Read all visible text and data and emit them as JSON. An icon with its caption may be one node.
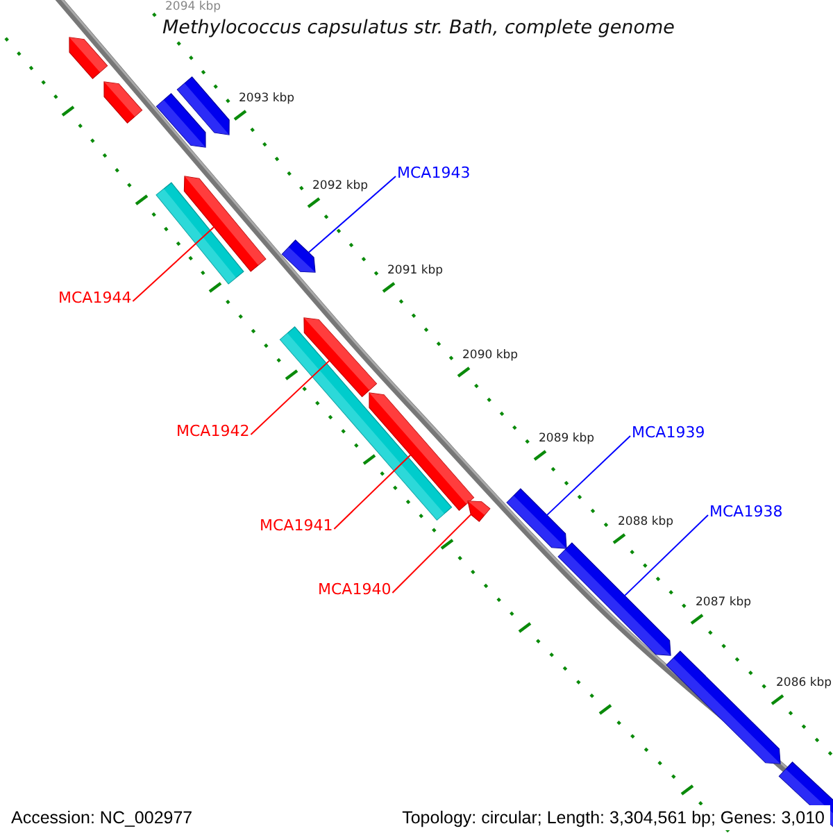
{
  "diagram": {
    "title": "Methylococcus capsulatus str. Bath, complete genome",
    "nodes": [
      {
        "text": [
          "MCA1943"
        ]
      },
      {
        "text": [
          "MCA1944"
        ]
      },
      {
        "text": [
          "MCA1942"
        ]
      },
      {
        "text": [
          "MCA1941"
        ]
      },
      {
        "text": [
          "MCA1940"
        ]
      },
      {
        "text": [
          "MCA1939"
        ]
      },
      {
        "text": [
          "MCA1938"
        ]
      },
      {
        "text": [],
        "shape": "bar"
      },
      {
        "text": [],
        "shape": "bar"
      },
      {
        "text": [],
        "shape": "bar"
      },
      {
        "text": [],
        "shape": "bar"
      },
      {
        "text": [],
        "shape": "bar"
      },
      {
        "text": [],
        "shape": "bar"
      },
      {
        "text": [],
        "shape": "bar"
      },
      {
        "text": [],
        "shape": "bar"
      },
      {
        "text": [],
        "shape": "bar"
      },
      {
        "text": [],
        "shape": "bar"
      },
      {
        "text": [],
        "shape": "bar"
      },
      {
        "text": [],
        "shape": "bar"
      },
      {
        "text": [],
        "shape": "bar"
      },
      {
        "text": [],
        "shape": "bar"
      },
      {
        "text": [],
        "shape": "bar"
      }
    ],
    "edges": [
      {
        "from": 0,
        "to": 13,
        "arrow": "none",
        "color": "#0000ff"
      },
      {
        "from": 1,
        "to": 11,
        "arrow": "none"
      },
      {
        "from": 2,
        "to": 14,
        "arrow": "none"
      },
      {
        "from": 3,
        "to": 16,
        "arrow": "none"
      },
      {
        "from": 4,
        "to": 18,
        "arrow": "none"
      },
      {
        "from": 5,
        "to": 17,
        "arrow": "none",
        "color": "#0000ff"
      },
      {
        "from": 6,
        "to": 19,
        "arrow": "none",
        "color": "#0000ff"
      }
    ],
    "labels": [
      "2094 kbp",
      "2093 kbp",
      "2092 kbp",
      "2091 kbp",
      "2090 kbp",
      "2089 kbp",
      "2088 kbp",
      "2087 kbp",
      "2086 kbp",
      "Accession: NC_002977",
      "Topology: circular; Length: 3,304,561 bp; Genes: 3,010"
    ]
  }
}
